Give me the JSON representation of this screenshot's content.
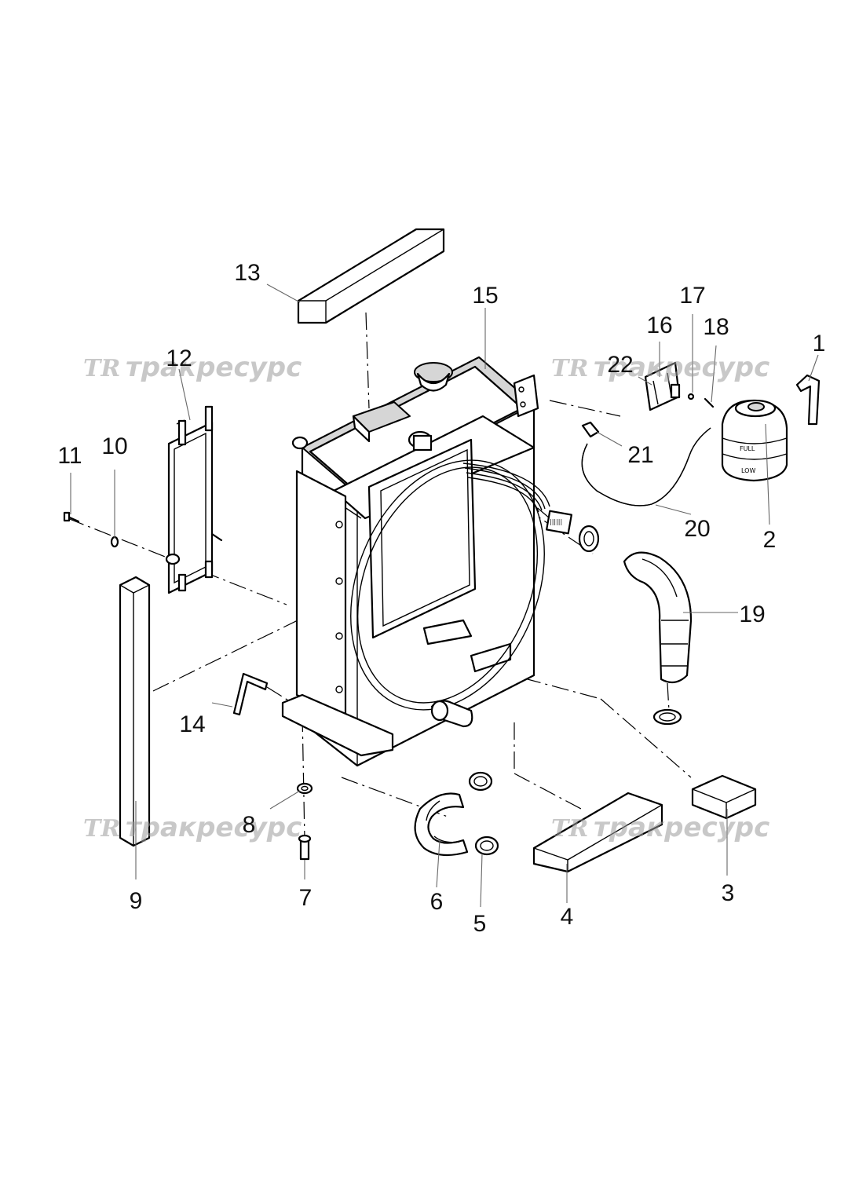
{
  "watermark": {
    "logo": "TR",
    "text": "тракресурс"
  },
  "reservoir": {
    "full_label": "FULL",
    "low_label": "LOW"
  },
  "callouts": [
    {
      "id": "1",
      "label": "1"
    },
    {
      "id": "2",
      "label": "2"
    },
    {
      "id": "3",
      "label": "3"
    },
    {
      "id": "4",
      "label": "4"
    },
    {
      "id": "5",
      "label": "5"
    },
    {
      "id": "6",
      "label": "6"
    },
    {
      "id": "7",
      "label": "7"
    },
    {
      "id": "8",
      "label": "8"
    },
    {
      "id": "9",
      "label": "9"
    },
    {
      "id": "10",
      "label": "10"
    },
    {
      "id": "11",
      "label": "11"
    },
    {
      "id": "12",
      "label": "12"
    },
    {
      "id": "13",
      "label": "13"
    },
    {
      "id": "14",
      "label": "14"
    },
    {
      "id": "15",
      "label": "15"
    },
    {
      "id": "16",
      "label": "16"
    },
    {
      "id": "17",
      "label": "17"
    },
    {
      "id": "18",
      "label": "18"
    },
    {
      "id": "19",
      "label": "19"
    },
    {
      "id": "20",
      "label": "20"
    },
    {
      "id": "21",
      "label": "21"
    },
    {
      "id": "22",
      "label": "22"
    }
  ]
}
